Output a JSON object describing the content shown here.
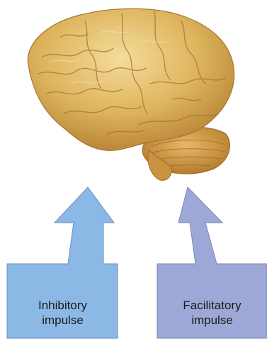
{
  "boxes": {
    "inhibitory": {
      "line1": "Inhibitory",
      "line2": "impulse",
      "color": "#8cb8e6"
    },
    "facilitatory": {
      "line1": "Facilitatory",
      "line2": "impulse",
      "color": "#9ea8d6"
    }
  },
  "colors": {
    "outline": "#6a8fc0",
    "brain_base": "#dcb45e",
    "brain_shadow": "#b88436",
    "brain_highlight": "#f0d48e",
    "cerebellum": "#cf9a44"
  },
  "icons": {
    "brain": "brain-illustration"
  }
}
